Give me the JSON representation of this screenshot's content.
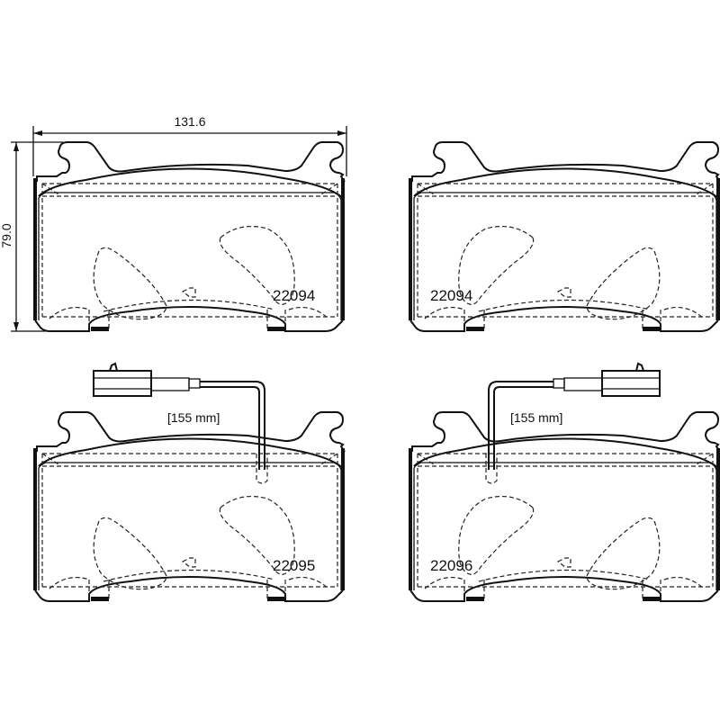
{
  "dimensions": {
    "width_label": "131.6",
    "height_label": "79.0"
  },
  "pads": [
    {
      "position": "top-left",
      "part_number": "22094",
      "has_wear_sensor": false
    },
    {
      "position": "top-right",
      "part_number": "22094",
      "has_wear_sensor": false
    },
    {
      "position": "bottom-left",
      "part_number": "22095",
      "has_wear_sensor": true,
      "sensor_length_label": "[155 mm]"
    },
    {
      "position": "bottom-right",
      "part_number": "22096",
      "has_wear_sensor": true,
      "sensor_length_label": "[155 mm]"
    }
  ]
}
